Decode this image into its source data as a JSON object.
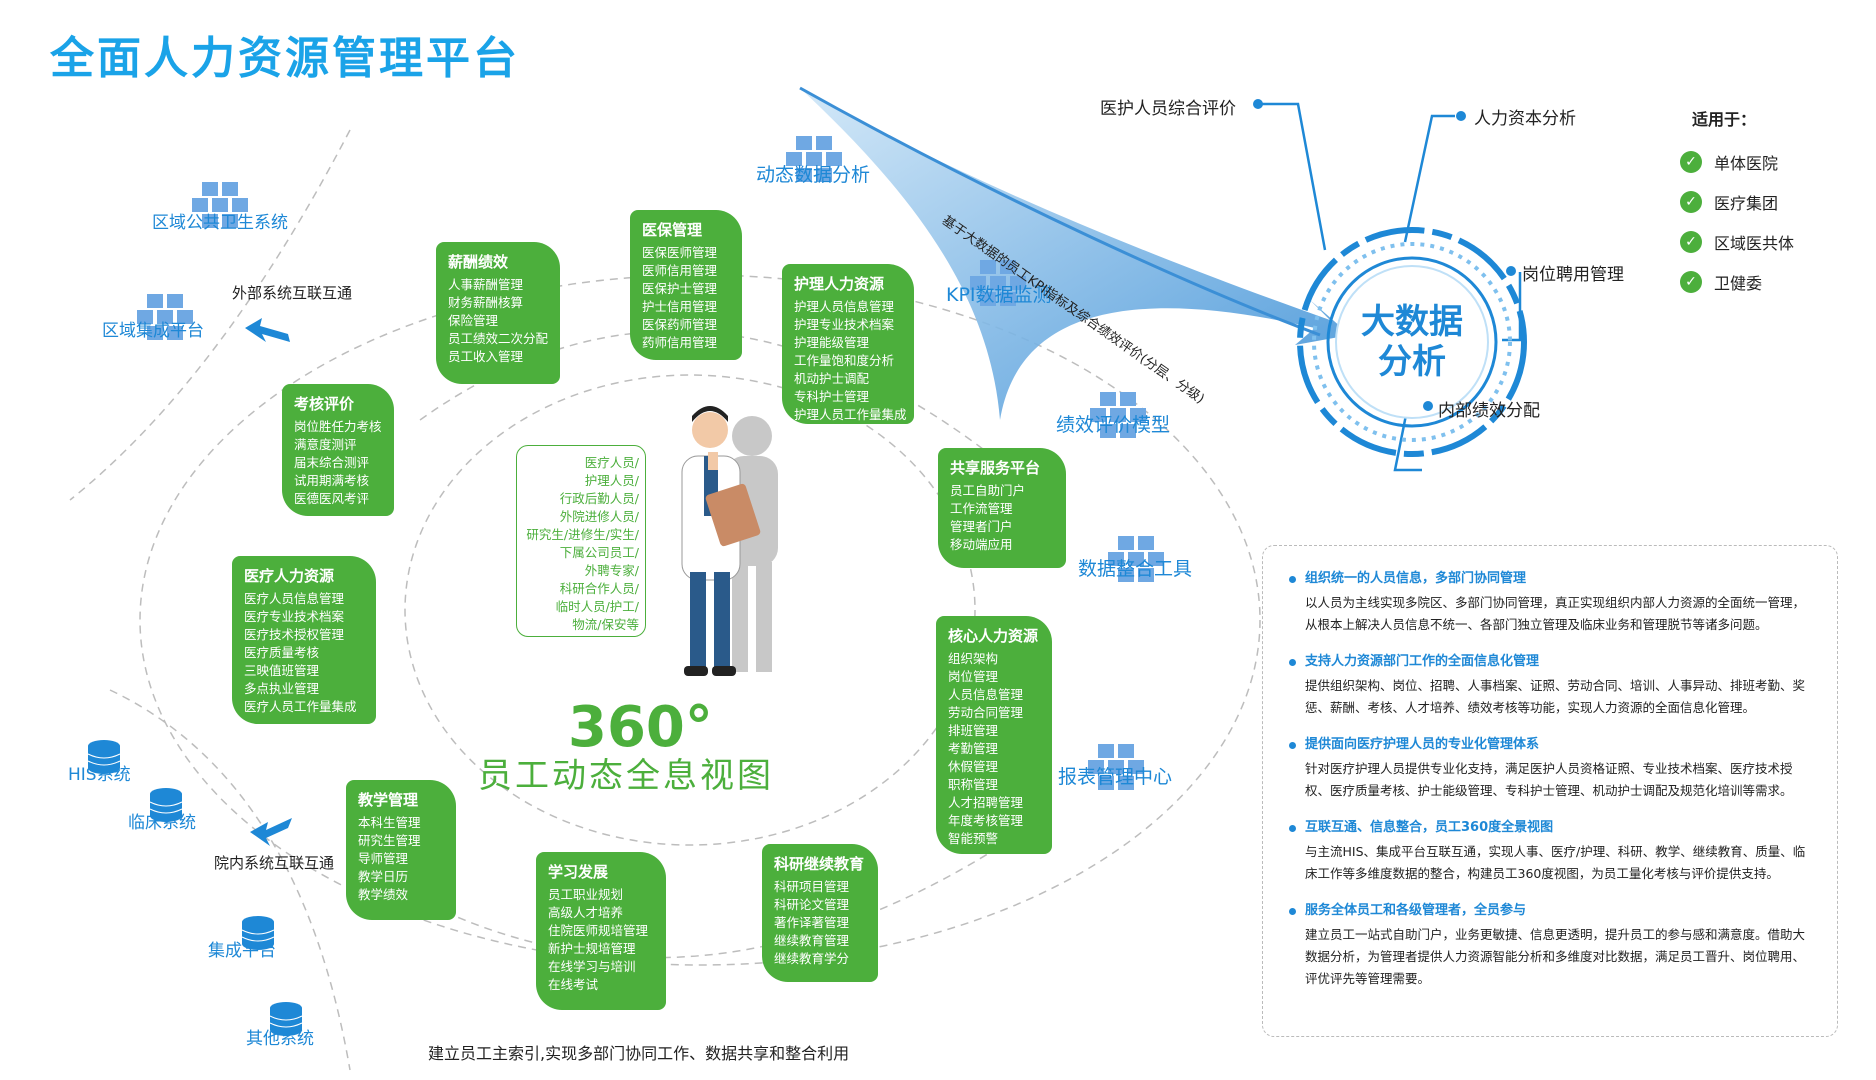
{
  "title": "全面人力资源管理平台",
  "modules": [
    {
      "id": "salary",
      "title": "薪酬绩效",
      "items": [
        "人事薪酬管理",
        "财务薪酬核算",
        "保险管理",
        "员工绩效二次分配",
        "员工收入管理"
      ]
    },
    {
      "id": "insurance",
      "title": "医保管理",
      "items": [
        "医保医师管理",
        "医师信用管理",
        "医保护士管理",
        "护士信用管理",
        "医保药师管理",
        "药师信用管理"
      ]
    },
    {
      "id": "nursing",
      "title": "护理人力资源",
      "items": [
        "护理人员信息管理",
        "护理专业技术档案",
        "护理能级管理",
        "工作量饱和度分析",
        "机动护士调配",
        "专科护士管理",
        "护理人员工作量集成"
      ]
    },
    {
      "id": "assessment",
      "title": "考核评价",
      "items": [
        "岗位胜任力考核",
        "满意度测评",
        "届末综合测评",
        "试用期满考核",
        "医德医风考评"
      ]
    },
    {
      "id": "share",
      "title": "共享服务平台",
      "items": [
        "员工自助门户",
        "工作流管理",
        "管理者门户",
        "移动端应用"
      ]
    },
    {
      "id": "medical",
      "title": "医疗人力资源",
      "items": [
        "医疗人员信息管理",
        "医疗专业技术档案",
        "医疗技术授权管理",
        "医疗质量考核",
        "三映值班管理",
        "多点执业管理",
        "医疗人员工作量集成"
      ]
    },
    {
      "id": "core",
      "title": "核心人力资源",
      "items": [
        "组织架构",
        "岗位管理",
        "人员信息管理",
        "劳动合同管理",
        "排班管理",
        "考勤管理",
        "休假管理",
        "职称管理",
        "人才招聘管理",
        "年度考核管理",
        "智能预警"
      ]
    },
    {
      "id": "teaching",
      "title": "教学管理",
      "items": [
        "本科生管理",
        "研究生管理",
        "导师管理",
        "教学日历",
        "教学绩效"
      ]
    },
    {
      "id": "learning",
      "title": "学习发展",
      "items": [
        "员工职业规划",
        "高级人才培养",
        "住院医师规培管理",
        "新护士规培管理",
        "在线学习与培训",
        "在线考试"
      ]
    },
    {
      "id": "research",
      "title": "科研继续教育",
      "items": [
        "科研项目管理",
        "科研论文管理",
        "著作译著管理",
        "继续教育管理",
        "继续教育学分"
      ]
    }
  ],
  "roles": [
    "医疗人员/",
    "护理人员/",
    "行政后勤人员/",
    "外院进修人员/",
    "研究生/进修生/实生/",
    "下属公司员工/",
    "外聘专家/",
    "科研合作人员/",
    "临时人员/护工/",
    "物流/保安等"
  ],
  "center": {
    "big": "360°",
    "sub": "员工动态全息视图"
  },
  "external": {
    "region_health": "区域公共卫生系统",
    "region_platform": "区域集成平台",
    "ext_link": "外部系统互联互通",
    "his": "HIS系统",
    "clinical": "临床系统",
    "int_link": "院内系统互联互通",
    "integration": "集成平台",
    "other": "其他系统"
  },
  "tools": {
    "dynamic": "动态数据分析",
    "kpi": "KPI数据监测",
    "perf_model": "绩效评价模型",
    "data_integ": "数据整合工具",
    "report": "报表管理中心"
  },
  "diagonal_text": "基于大数据的员工KPI指标及综合绩效评价(分层、分级)",
  "big_data": {
    "line1": "大数据",
    "line2": "分析",
    "labels": [
      "医护人员综合评价",
      "人力资本分析",
      "岗位聘用管理",
      "内部绩效分配"
    ]
  },
  "applies": {
    "title": "适用于：",
    "items": [
      "单体医院",
      "医疗集团",
      "区域医共体",
      "卫健委"
    ]
  },
  "features": [
    {
      "h": "组织统一的人员信息，多部门协同管理",
      "b": "以人员为主线实现多院区、多部门协同管理，真正实现组织内部人力资源的全面统一管理，从根本上解决人员信息不统一、各部门独立管理及临床业务和管理脱节等诸多问题。"
    },
    {
      "h": "支持人力资源部门工作的全面信息化管理",
      "b": "提供组织架构、岗位、招聘、人事档案、证照、劳动合同、培训、人事异动、排班考勤、奖惩、薪酬、考核、人才培养、绩效考核等功能，实现人力资源的全面信息化管理。"
    },
    {
      "h": "提供面向医疗护理人员的专业化管理体系",
      "b": "针对医疗护理人员提供专业化支持，满足医护人员资格证照、专业技术档案、医疗技术授权、医疗质量考核、护士能级管理、专科护士管理、机动护士调配及规范化培训等需求。"
    },
    {
      "h": "互联互通、信息整合，员工360度全景视图",
      "b": "与主流HIS、集成平台互联互通，实现人事、医疗/护理、科研、教学、继续教育、质量、临床工作等多维度数据的整合，构建员工360度视图，为员工量化考核与评价提供支持。"
    },
    {
      "h": "服务全体员工和各级管理者，全员参与",
      "b": "建立员工一站式自助门户，业务更敏捷、信息更透明，提升员工的参与感和满意度。借助大数据分析，为管理者提供人力资源智能分析和多维度对比数据，满足员工晋升、岗位聘用、评优评先等管理需要。"
    }
  ],
  "bottom_note": "建立员工主索引,实现多部门协同工作、数据共享和整合利用",
  "colors": {
    "green": "#4caf3c",
    "blue": "#1e88d6",
    "title_blue": "#1aa3e8"
  }
}
